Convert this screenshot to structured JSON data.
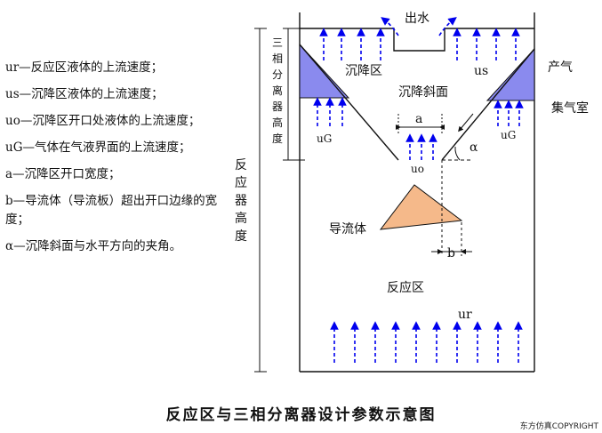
{
  "legend": [
    {
      "symbol": "ur",
      "text": "ur—反应区液体的上流速度；"
    },
    {
      "symbol": "us",
      "text": "us—沉降区液体的上流速度；"
    },
    {
      "symbol": "uo",
      "text": "uo—沉降区开口处液体的上流速度；"
    },
    {
      "symbol": "uG",
      "text": "uG—气体在气液界面的上流速度；"
    },
    {
      "symbol": "a",
      "text": "a—沉降区开口宽度；"
    },
    {
      "symbol": "b",
      "text": "b—导流体（导流板）超出开口边缘的宽度；"
    },
    {
      "symbol": "α",
      "text": "α—沉降斜面与水平方向的夹角。"
    }
  ],
  "labels": {
    "outlet": "出水",
    "settling_zone": "沉降区",
    "us": "us",
    "gas_production": "产气",
    "gas_chamber": "集气室",
    "settling_slope": "沉降斜面",
    "a": "a",
    "alpha": "α",
    "uG_left": "uG",
    "uG_right": "uG",
    "uo": "uo",
    "deflector": "导流体",
    "b": "b",
    "reaction_zone": "反应区",
    "ur": "ur",
    "separator_height": "三相分离器高度",
    "reactor_height": "反应器高度"
  },
  "caption": "反应区与三相分离器设计参数示意图",
  "copyright": "东方仿真COPYRIGHT",
  "colors": {
    "arrow": "#0000ee",
    "gas_chamber_fill": "#8a8aee",
    "deflector_fill": "#f5b98a",
    "outlet_arrow": "#0000ee"
  }
}
